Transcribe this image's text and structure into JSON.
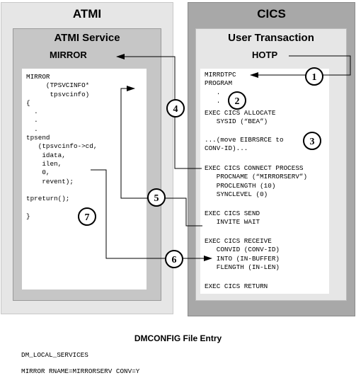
{
  "atmi": {
    "title": "ATMI",
    "service_title": "ATMI Service",
    "service_name": "MIRROR",
    "code": "MIRROR\n     (TPSVCINFO*\n      tpsvcinfo)\n{\n  .\n  .\n  .\ntpsend\n   (tpsvcinfo->cd,\n    idata,\n    ilen,\n    0,\n    revent);\n\ntpreturn();\n\n}"
  },
  "cics": {
    "title": "CICS",
    "transaction_title": "User Transaction",
    "transaction_name": "HOTP",
    "code_block_1": "MIRRDTPC\nPROGRAM\n   .\n   .",
    "code_block_2": "EXEC CICS ALLOCATE\n   SYSID (“BEA”)",
    "code_block_3": "...(move EIBRSRCE to\nCONV-ID)...",
    "code_block_4": "EXEC CICS CONNECT PROCESS\n   PROCNAME (“MIRRORSERV”)\n   PROCLENGTH (10)\n   SYNCLEVEL (0)",
    "code_block_5": "EXEC CICS SEND\n   INVITE WAIT",
    "code_block_6": "EXEC CICS RECEIVE\n   CONVID (CONV-ID)\n   INTO (IN-BUFFER)\n   FLENGTH (IN-LEN)",
    "code_block_7": "EXEC CICS RETURN"
  },
  "steps": [
    "1",
    "2",
    "3",
    "4",
    "5",
    "6",
    "7"
  ],
  "dmconfig": {
    "caption": "DMCONFIG File Entry",
    "line_1": "DM_LOCAL_SERVICES",
    "line_2": "MIRROR RNAME=MIRRORSERV CONV=Y"
  }
}
